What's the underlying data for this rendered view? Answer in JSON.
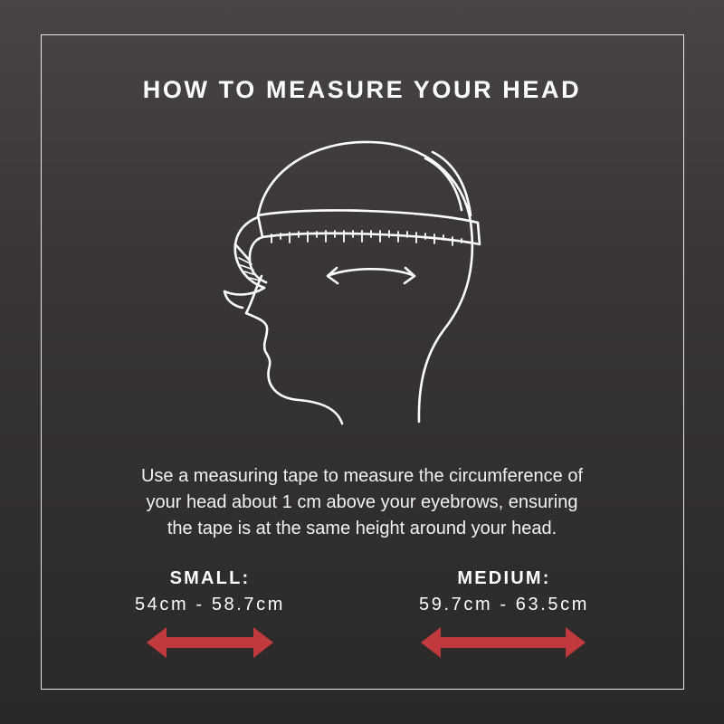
{
  "title": "HOW TO MEASURE YOUR HEAD",
  "instructions": [
    "Use a measuring tape to measure the circumference of",
    "your head about 1 cm above your eyebrows, ensuring",
    "the tape is at the same height around your head."
  ],
  "sizes": [
    {
      "label": "SMALL:",
      "range": "54cm - 58.7cm"
    },
    {
      "label": "MEDIUM:",
      "range": "59.7cm - 63.5cm"
    }
  ],
  "colors": {
    "accent": "#c0393c",
    "line": "#ffffff"
  }
}
